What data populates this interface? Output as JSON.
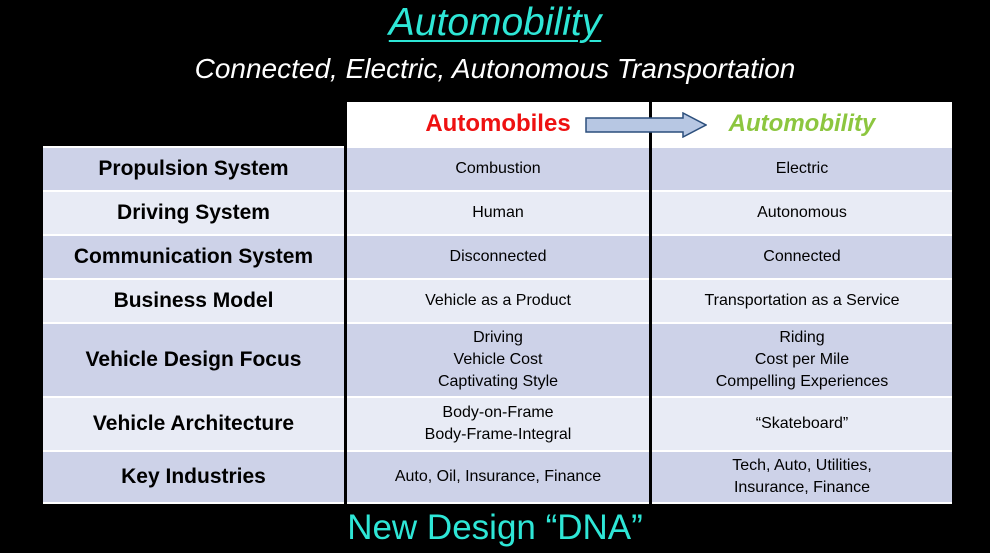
{
  "title": "Automobility",
  "subtitle": "Connected, Electric, Autonomous Transportation",
  "header": {
    "left": "Automobiles",
    "right": "Automobility",
    "colors": {
      "left": "#ee1111",
      "right": "#8cc63f",
      "arrow": "#b7c7e3"
    }
  },
  "rows": [
    {
      "label": "Propulsion System",
      "left": [
        "Combustion"
      ],
      "right": [
        "Electric"
      ]
    },
    {
      "label": "Driving System",
      "left": [
        "Human"
      ],
      "right": [
        "Autonomous"
      ]
    },
    {
      "label": "Communication System",
      "left": [
        "Disconnected"
      ],
      "right": [
        "Connected"
      ]
    },
    {
      "label": "Business Model",
      "left": [
        "Vehicle as a Product"
      ],
      "right": [
        "Transportation as a Service"
      ]
    },
    {
      "label": "Vehicle Design Focus",
      "left": [
        "Driving",
        "Vehicle Cost",
        "Captivating Style"
      ],
      "right": [
        "Riding",
        "Cost per Mile",
        "Compelling Experiences"
      ]
    },
    {
      "label": "Vehicle Architecture",
      "left": [
        "Body-on-Frame",
        "Body-Frame-Integral"
      ],
      "right": [
        "“Skateboard”"
      ]
    },
    {
      "label": "Key Industries",
      "left": [
        "Auto, Oil, Insurance, Finance"
      ],
      "right": [
        "Tech, Auto, Utilities,",
        "Insurance, Finance"
      ]
    }
  ],
  "footer": "New Design “DNA”",
  "colors": {
    "accent": "#2ee6d6",
    "row_odd": "#cdd2e8",
    "row_even": "#e8ebf5"
  }
}
